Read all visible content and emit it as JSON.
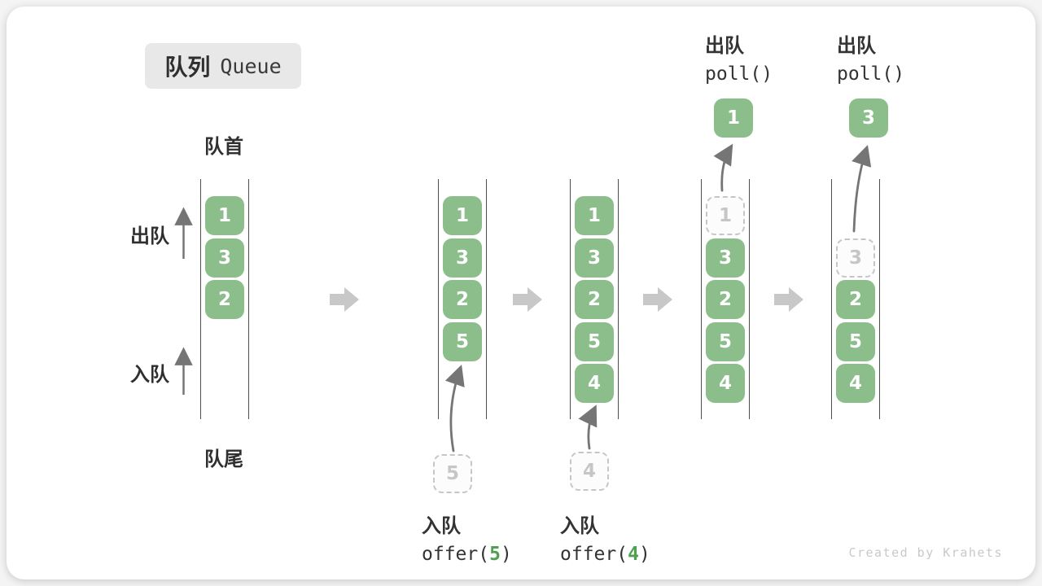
{
  "title": {
    "zh": "队列",
    "en": "Queue"
  },
  "labels": {
    "front": "队首",
    "rear": "队尾",
    "dequeue": "出队",
    "enqueue": "入队"
  },
  "columns": [
    {
      "name": "state-initial",
      "slots": [
        {
          "value": "1",
          "state": "solid"
        },
        {
          "value": "3",
          "state": "solid"
        },
        {
          "value": "2",
          "state": "solid"
        }
      ]
    },
    {
      "name": "state-after-offer-5",
      "slots": [
        {
          "value": "1",
          "state": "solid"
        },
        {
          "value": "3",
          "state": "solid"
        },
        {
          "value": "2",
          "state": "solid"
        },
        {
          "value": "5",
          "state": "solid"
        }
      ],
      "pending": {
        "value": "5",
        "state": "dashed"
      }
    },
    {
      "name": "state-after-offer-4",
      "slots": [
        {
          "value": "1",
          "state": "solid"
        },
        {
          "value": "3",
          "state": "solid"
        },
        {
          "value": "2",
          "state": "solid"
        },
        {
          "value": "5",
          "state": "solid"
        },
        {
          "value": "4",
          "state": "solid"
        }
      ],
      "pending": {
        "value": "4",
        "state": "dashed"
      }
    },
    {
      "name": "state-after-poll-1",
      "slots": [
        {
          "value": "1",
          "state": "dashed"
        },
        {
          "value": "3",
          "state": "solid"
        },
        {
          "value": "2",
          "state": "solid"
        },
        {
          "value": "5",
          "state": "solid"
        },
        {
          "value": "4",
          "state": "solid"
        }
      ],
      "removed": {
        "value": "1",
        "state": "solid"
      }
    },
    {
      "name": "state-after-poll-3",
      "slots": [
        {
          "value": "3",
          "state": "dashed"
        },
        {
          "value": "2",
          "state": "solid"
        },
        {
          "value": "5",
          "state": "solid"
        },
        {
          "value": "4",
          "state": "solid"
        }
      ],
      "removed": {
        "value": "3",
        "state": "solid"
      }
    }
  ],
  "operations": [
    {
      "type": "enqueue",
      "label": "入队",
      "code": [
        "offer(",
        "5",
        ")"
      ]
    },
    {
      "type": "enqueue",
      "label": "入队",
      "code": [
        "offer(",
        "4",
        ")"
      ]
    },
    {
      "type": "dequeue",
      "label": "出队",
      "code": "poll()"
    },
    {
      "type": "dequeue",
      "label": "出队",
      "code": "poll()"
    }
  ],
  "credit": "Created by Krahets",
  "colors": {
    "box_green": "#8cbe8c",
    "code_arg_green": "#4fa052",
    "text_dark": "#333333",
    "rail_gray": "#4f4f4f",
    "block_arrow_gray": "#c8c8c8",
    "thin_arrow_gray": "#757575",
    "dashed_border": "#c6c6c6",
    "dashed_text": "#c6c6c6",
    "title_bg": "#e8e8e8",
    "credit_gray": "#c9c9c9",
    "card_bg": "#ffffff"
  }
}
